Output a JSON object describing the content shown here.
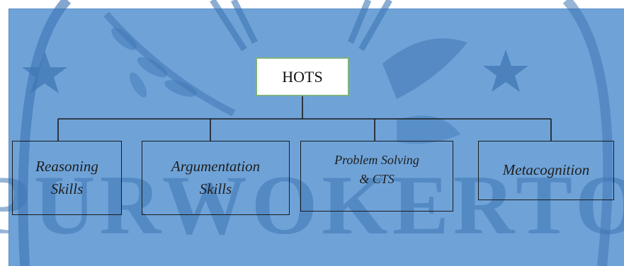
{
  "diagram": {
    "root": {
      "label": "HOTS"
    },
    "children": [
      {
        "label": "Reasoning\nSkills"
      },
      {
        "label": "Argumentation\nSkills"
      },
      {
        "label": "Problem Solving\n& CTS"
      },
      {
        "label": "Metacognition"
      }
    ]
  },
  "watermark": {
    "text": "PURWOKERTO",
    "color": "#3f77b5"
  },
  "colors": {
    "panel_background": "#6fa3d8",
    "root_border": "#7fb27f",
    "line": "#1a1a1a"
  }
}
